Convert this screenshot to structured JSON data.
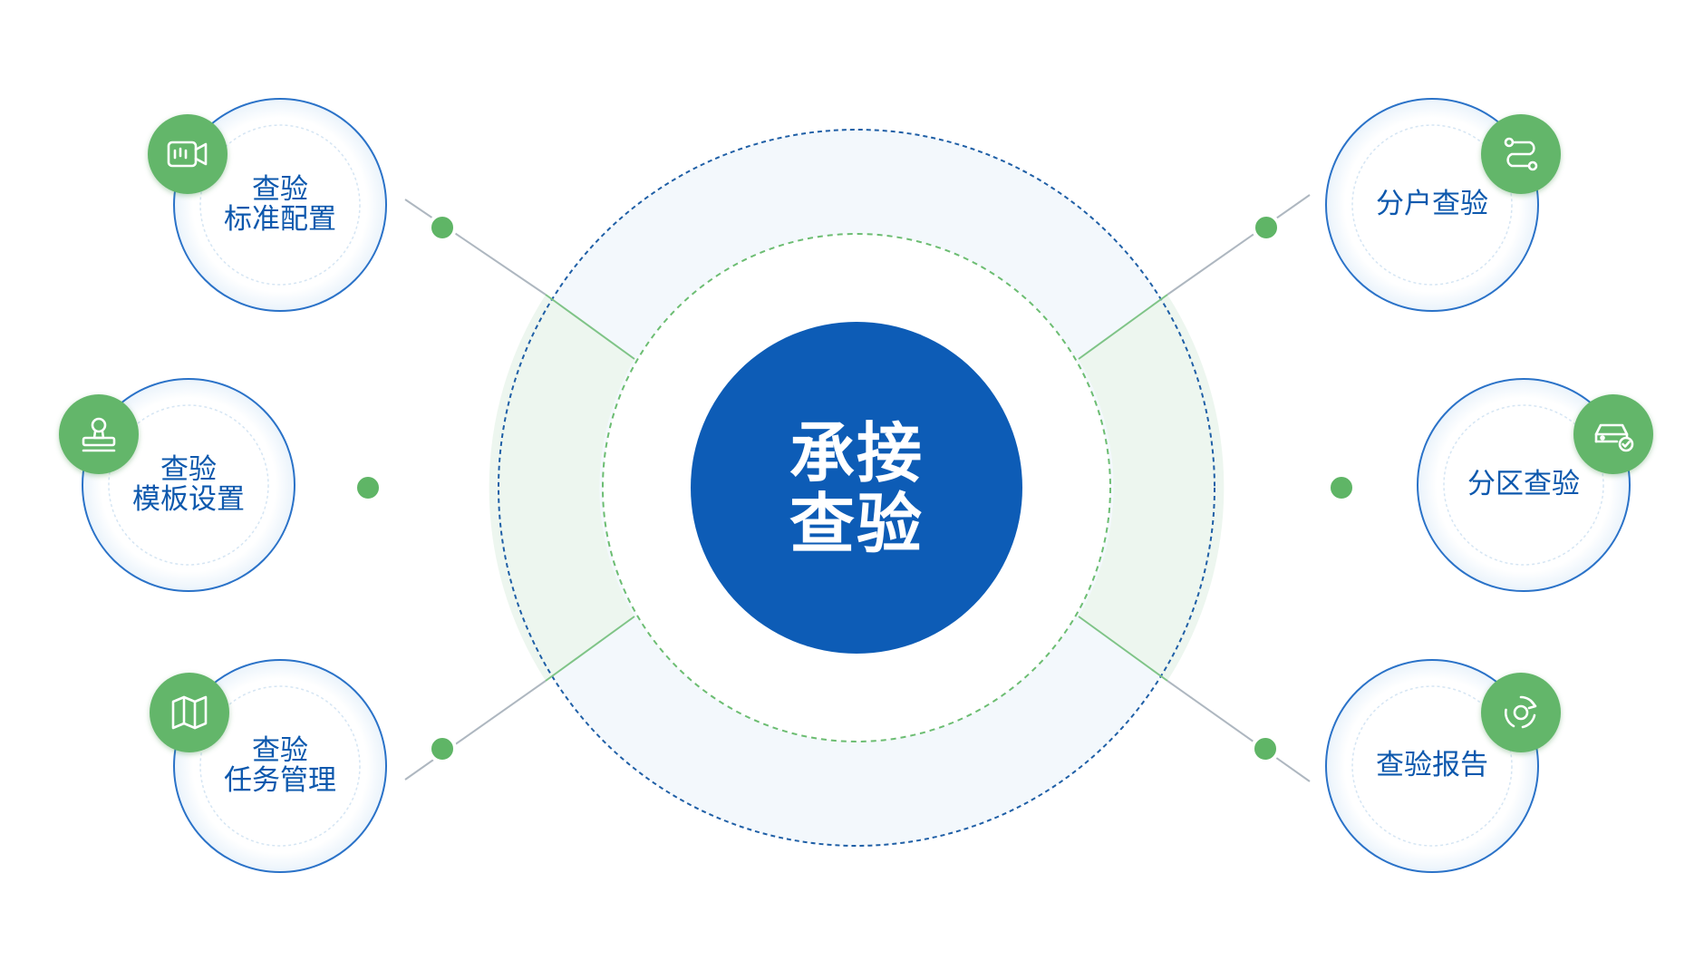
{
  "center": {
    "line1": "承接",
    "line2": "查验"
  },
  "modules": [
    {
      "id": "standard-config",
      "line1": "查验",
      "line2": "标准配置",
      "icon": "video-camera-icon"
    },
    {
      "id": "template-settings",
      "line1": "查验",
      "line2": "模板设置",
      "icon": "stamp-icon"
    },
    {
      "id": "task-management",
      "line1": "查验",
      "line2": "任务管理",
      "icon": "map-icon"
    },
    {
      "id": "household-inspection",
      "line1": "分户查验",
      "icon": "route-icon"
    },
    {
      "id": "zone-inspection",
      "line1": "分区查验",
      "icon": "car-check-icon"
    },
    {
      "id": "inspection-report",
      "line1": "查验报告",
      "icon": "refresh-cycle-icon"
    }
  ],
  "colors": {
    "primary_blue": "#0d5cb6",
    "text_blue": "#0d58ad",
    "accent_green": "#63b66a",
    "ring_fill": "#f3f8fc",
    "ring_green": "#edf6ef"
  }
}
